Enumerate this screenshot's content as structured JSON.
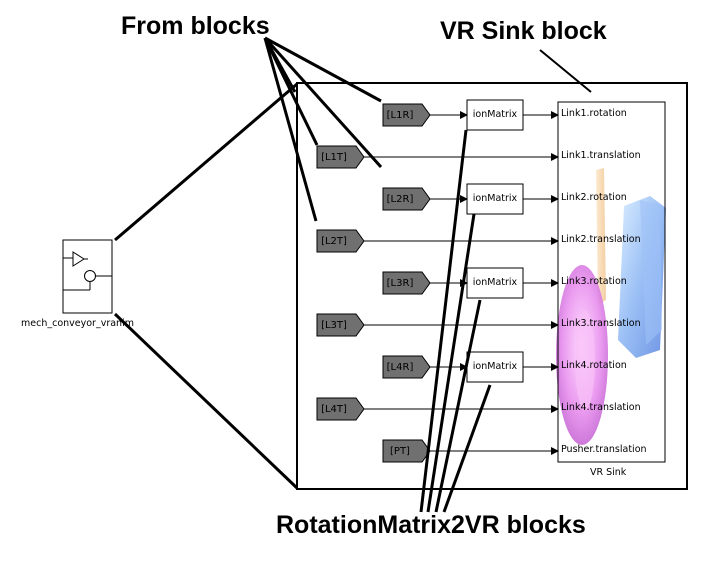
{
  "callouts": {
    "from_blocks": "From blocks",
    "vr_sink_block": "VR Sink block",
    "rotation_blocks": "RotationMatrix2VR blocks"
  },
  "subsystem": {
    "name": "mech_conveyor_vranim"
  },
  "from_tags": [
    "[L1R]",
    "[L1T]",
    "[L2R]",
    "[L2T]",
    "[L3R]",
    "[L3T]",
    "[L4R]",
    "[L4T]",
    "[PT]"
  ],
  "rotation_blocks": [
    "ionMatrix",
    "ionMatrix",
    "ionMatrix",
    "ionMatrix"
  ],
  "vr_sink": {
    "ports": [
      "Link1.rotation",
      "Link1.translation",
      "Link2.rotation",
      "Link2.translation",
      "Link3.rotation",
      "Link3.translation",
      "Link4.rotation",
      "Link4.translation",
      "Pusher.translation"
    ],
    "name": "VR Sink"
  },
  "colors": {
    "from_block_fill": "#707070",
    "line": "#000000",
    "preview_pink": "#e080e8",
    "preview_blue": "#80a8f0",
    "preview_orange": "#f0c890"
  }
}
